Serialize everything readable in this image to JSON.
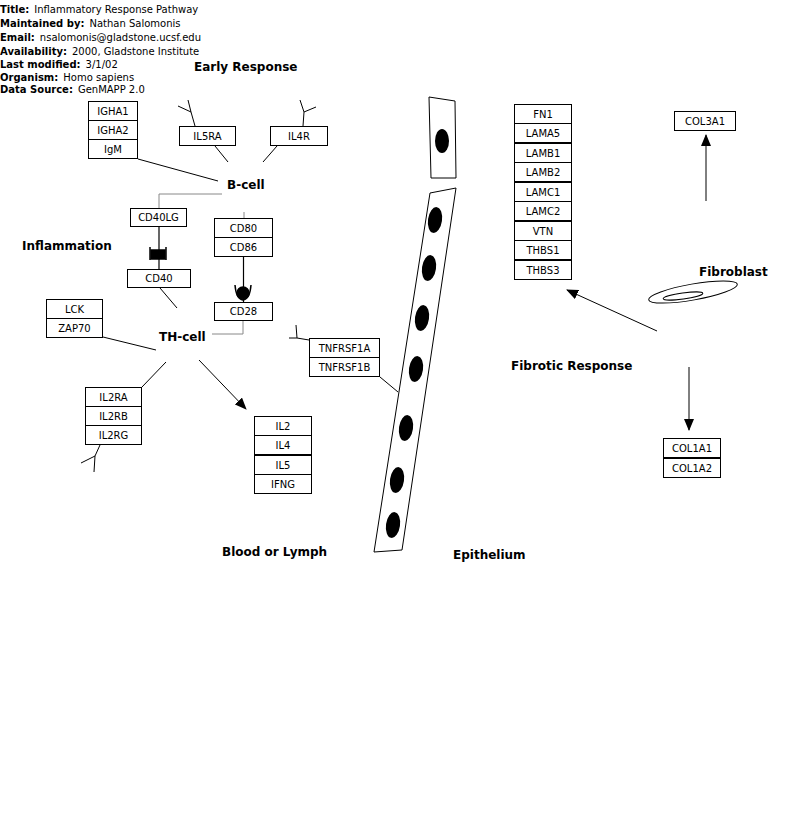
{
  "diagram": {
    "nodes": [
      {
        "text": [
          "IGHA1"
        ]
      },
      {
        "text": [
          "IGHA2"
        ]
      },
      {
        "text": [
          "IgM"
        ]
      },
      {
        "text": [
          "IL5RA"
        ]
      },
      {
        "text": [
          "IL4R"
        ]
      },
      {
        "text": [
          "CD40LG"
        ]
      },
      {
        "text": [
          "CD80"
        ]
      },
      {
        "text": [
          "CD86"
        ]
      },
      {
        "text": [
          "CD40"
        ]
      },
      {
        "text": [
          "CD28"
        ]
      },
      {
        "text": [
          "LCK"
        ]
      },
      {
        "text": [
          "ZAP70"
        ]
      },
      {
        "text": [
          "TNFRSF1A"
        ]
      },
      {
        "text": [
          "TNFRSF1B"
        ]
      },
      {
        "text": [
          "IL2RA"
        ]
      },
      {
        "text": [
          "IL2RB"
        ]
      },
      {
        "text": [
          "IL2RG"
        ]
      },
      {
        "text": [
          "IL2"
        ]
      },
      {
        "text": [
          "IL4"
        ]
      },
      {
        "text": [
          "IL5"
        ]
      },
      {
        "text": [
          "IFNG"
        ]
      },
      {
        "text": [
          "FN1"
        ]
      },
      {
        "text": [
          "LAMA5"
        ]
      },
      {
        "text": [
          "LAMB1"
        ]
      },
      {
        "text": [
          "LAMB2"
        ]
      },
      {
        "text": [
          "LAMC1"
        ]
      },
      {
        "text": [
          "LAMC2"
        ]
      },
      {
        "text": [
          "VTN"
        ]
      },
      {
        "text": [
          "THBS1"
        ]
      },
      {
        "text": [
          "THBS3"
        ]
      },
      {
        "text": [
          "COL3A1"
        ]
      },
      {
        "text": [
          "COL1A1"
        ]
      },
      {
        "text": [
          "COL1A2"
        ]
      }
    ],
    "edges": [
      {
        "from": 5,
        "to": 8,
        "arrow": "none"
      },
      {
        "from": 7,
        "to": 9,
        "arrow": "none"
      }
    ],
    "labels": [
      "Title:",
      "Inflammatory Response Pathway",
      "Maintained by:",
      "Nathan Salomonis",
      "Email:",
      "nsalomonis@gladstone.ucsf.edu",
      "Availability:",
      "2000, Gladstone Institute",
      "Last modified:",
      "3/1/02",
      "Organism:",
      "Homo sapiens",
      "Data Source:",
      "GenMAPP 2.0",
      "Early Response",
      "Inflammation",
      "B-cell",
      "TH-cell",
      "Blood or Lymph",
      "Epithelium",
      "Fibrotic Response",
      "Fibroblast"
    ]
  }
}
